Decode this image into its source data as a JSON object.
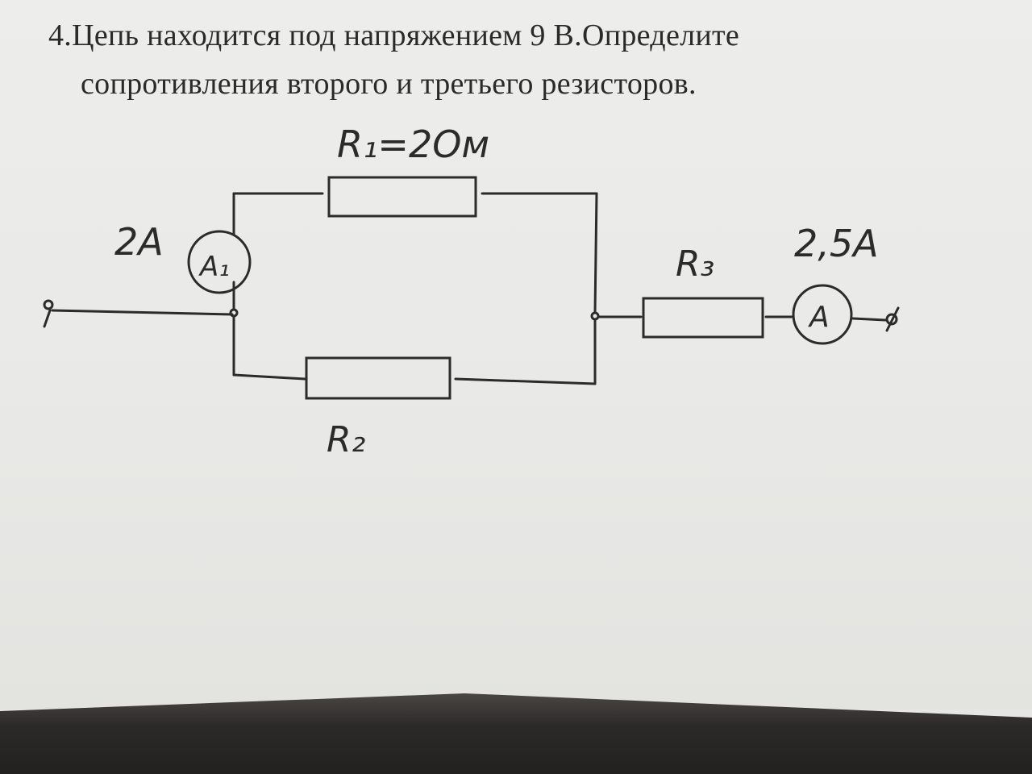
{
  "problem": {
    "line1": "4.Цепь находится под напряжением 9 В.Определите",
    "line2": "сопротивления второго и третьего резисторов."
  },
  "circuit": {
    "r1_label": "R₁=2Ом",
    "r2_label": "R₂",
    "r3_label": "R₃",
    "ammeter1_symbol": "A₁",
    "ammeter1_reading": "2А",
    "ammeter2_symbol": "A",
    "ammeter2_reading": "2,5А"
  },
  "colors": {
    "ink": "#2b2b2b",
    "paper": "#ececea",
    "shadow": "#2c2a28"
  }
}
